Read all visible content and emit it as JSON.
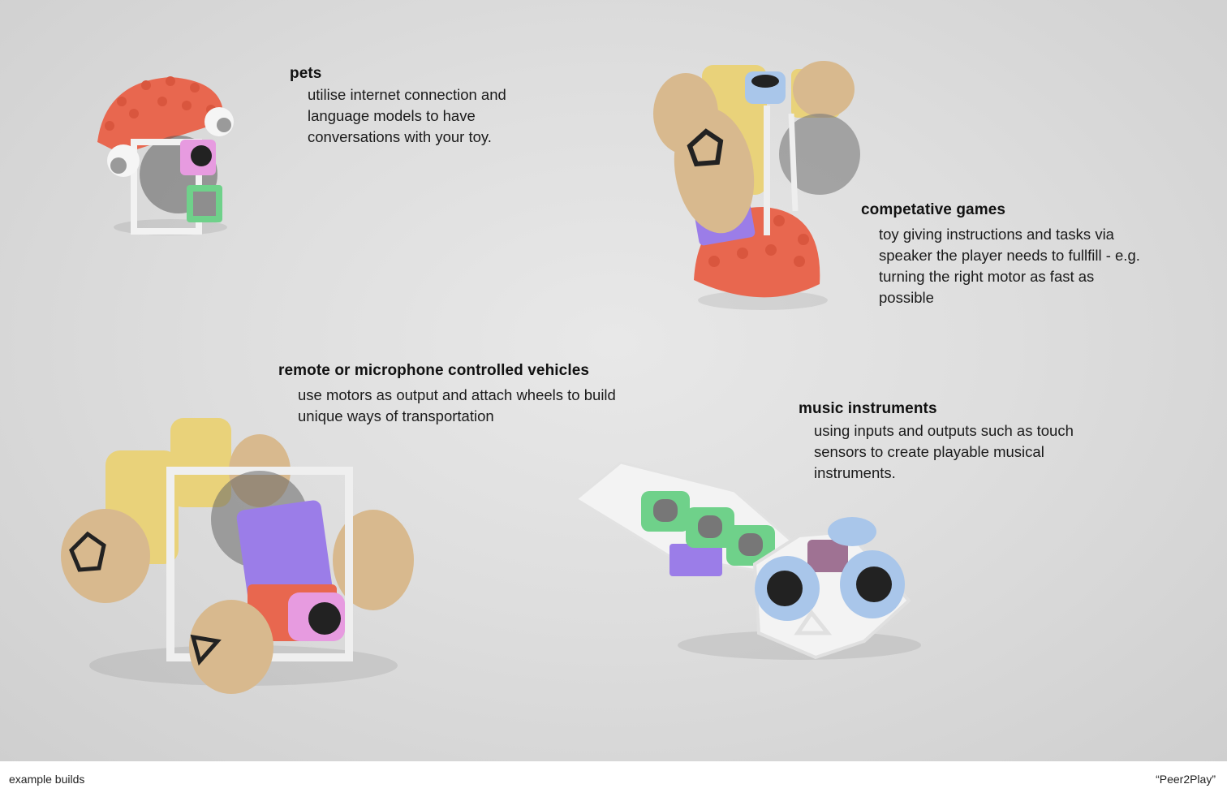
{
  "sections": [
    {
      "title": "pets",
      "text": "utilise internet connection and language models to have conversations with your toy."
    },
    {
      "title": "competative games",
      "text": "toy giving instructions and tasks via speaker the player needs to fullfill - e.g. turning the right motor as fast as possible"
    },
    {
      "title": "remote or microphone controlled vehicles",
      "text": "use motors as output and attach wheels to build unique ways of transportation"
    },
    {
      "title": "music instruments",
      "text": "using inputs and outputs such as touch sensors to create playable musical instruments."
    }
  ],
  "footer": {
    "left": "example builds",
    "right": "“Peer2Play”"
  },
  "colors": {
    "coral": "#e8674f",
    "yellow": "#e9d27a",
    "wood": "#d8b98e",
    "purple": "#9b7de8",
    "pink": "#e79be0",
    "green": "#6fd18a",
    "blue": "#a9c6ea",
    "frame": "#efefef"
  }
}
